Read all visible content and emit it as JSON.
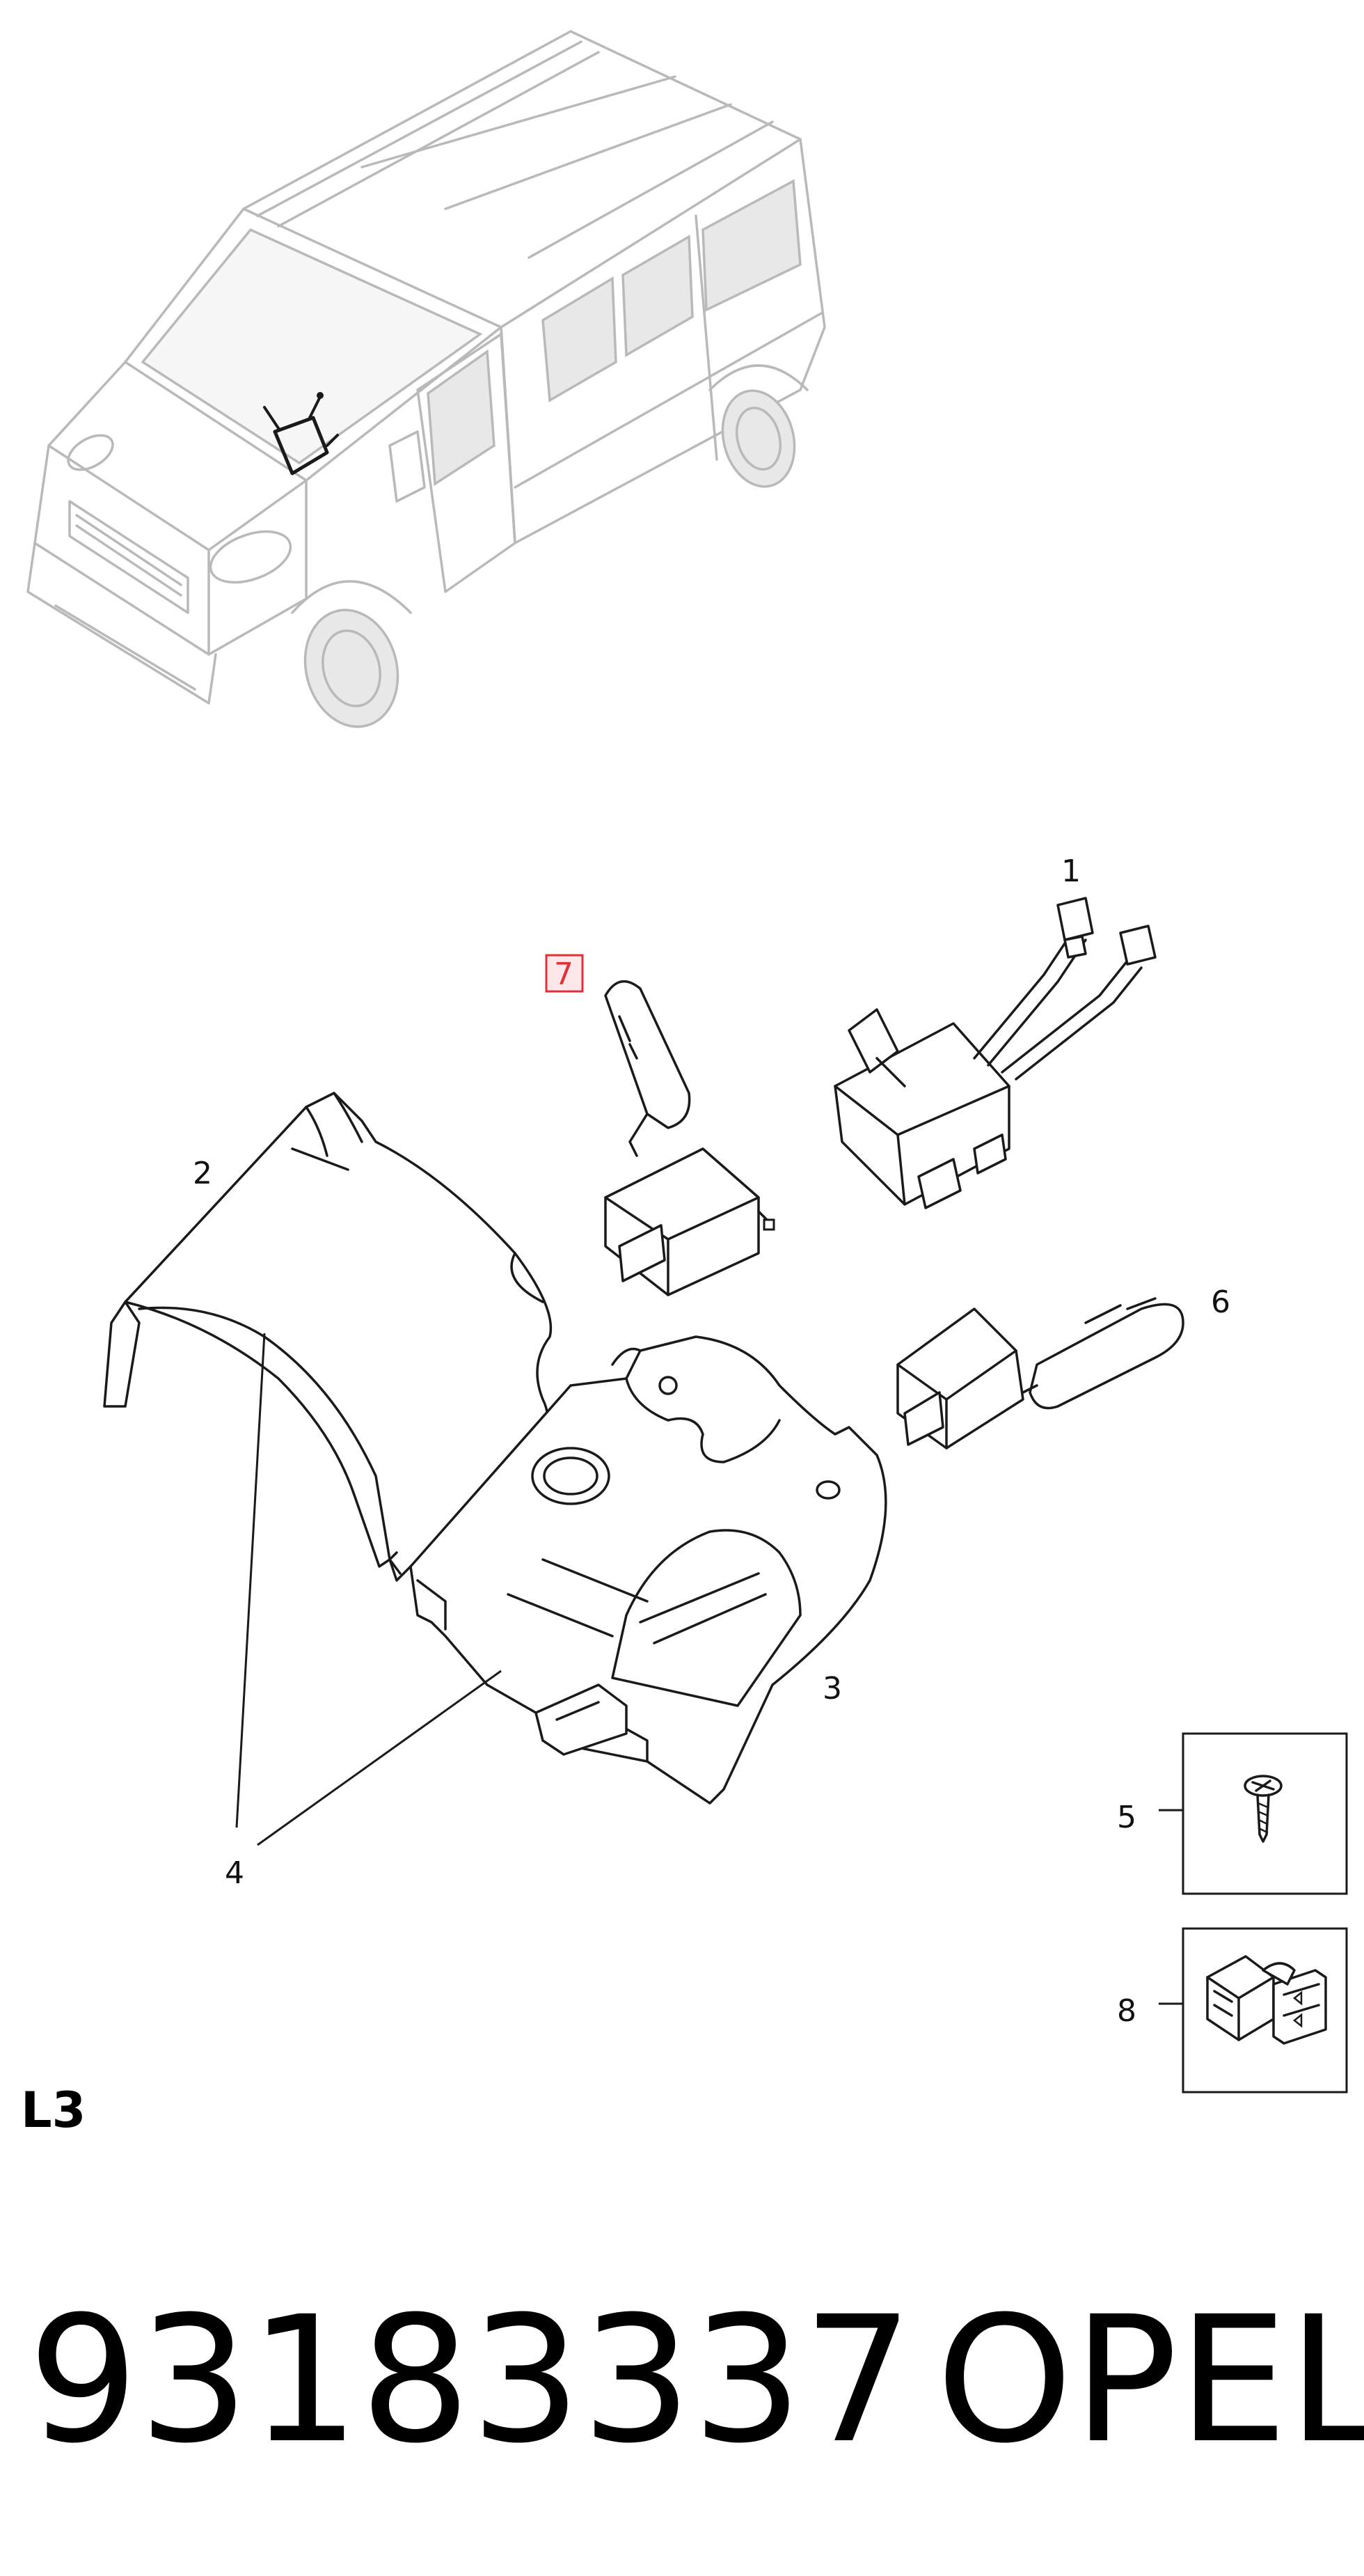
{
  "diagram": {
    "callouts": {
      "c1": "1",
      "c2": "2",
      "c3": "3",
      "c4": "4",
      "c5": "5",
      "c6": "6",
      "c7": "7",
      "c8": "8"
    },
    "highlighted_callout": "7",
    "highlight_color": "#e0303a",
    "section_label": "L3"
  },
  "footer": {
    "part_number": "93183337",
    "brand": "OPEL"
  }
}
